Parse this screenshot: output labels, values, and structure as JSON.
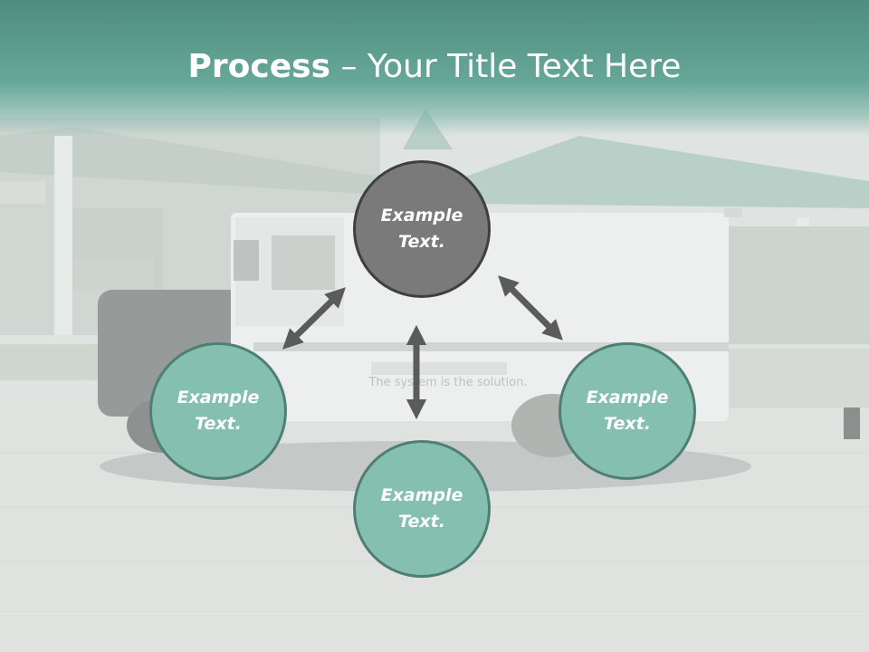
{
  "title": {
    "bold": "Process",
    "rest": " – Your Title Text Here"
  },
  "background": {
    "watermark": "The system is the solution."
  },
  "nodes": {
    "top": "Example\nText.",
    "left": "Example\nText.",
    "right": "Example\nText.",
    "bottom": "Example\nText."
  },
  "colors": {
    "title_band": "#5a9b8b",
    "node_fill": "#85bfb0",
    "node_border": "#4f7f73",
    "top_node_fill": "#7a7a7a",
    "top_node_border": "#3f3f3f",
    "arrow": "#5b5b5b"
  }
}
